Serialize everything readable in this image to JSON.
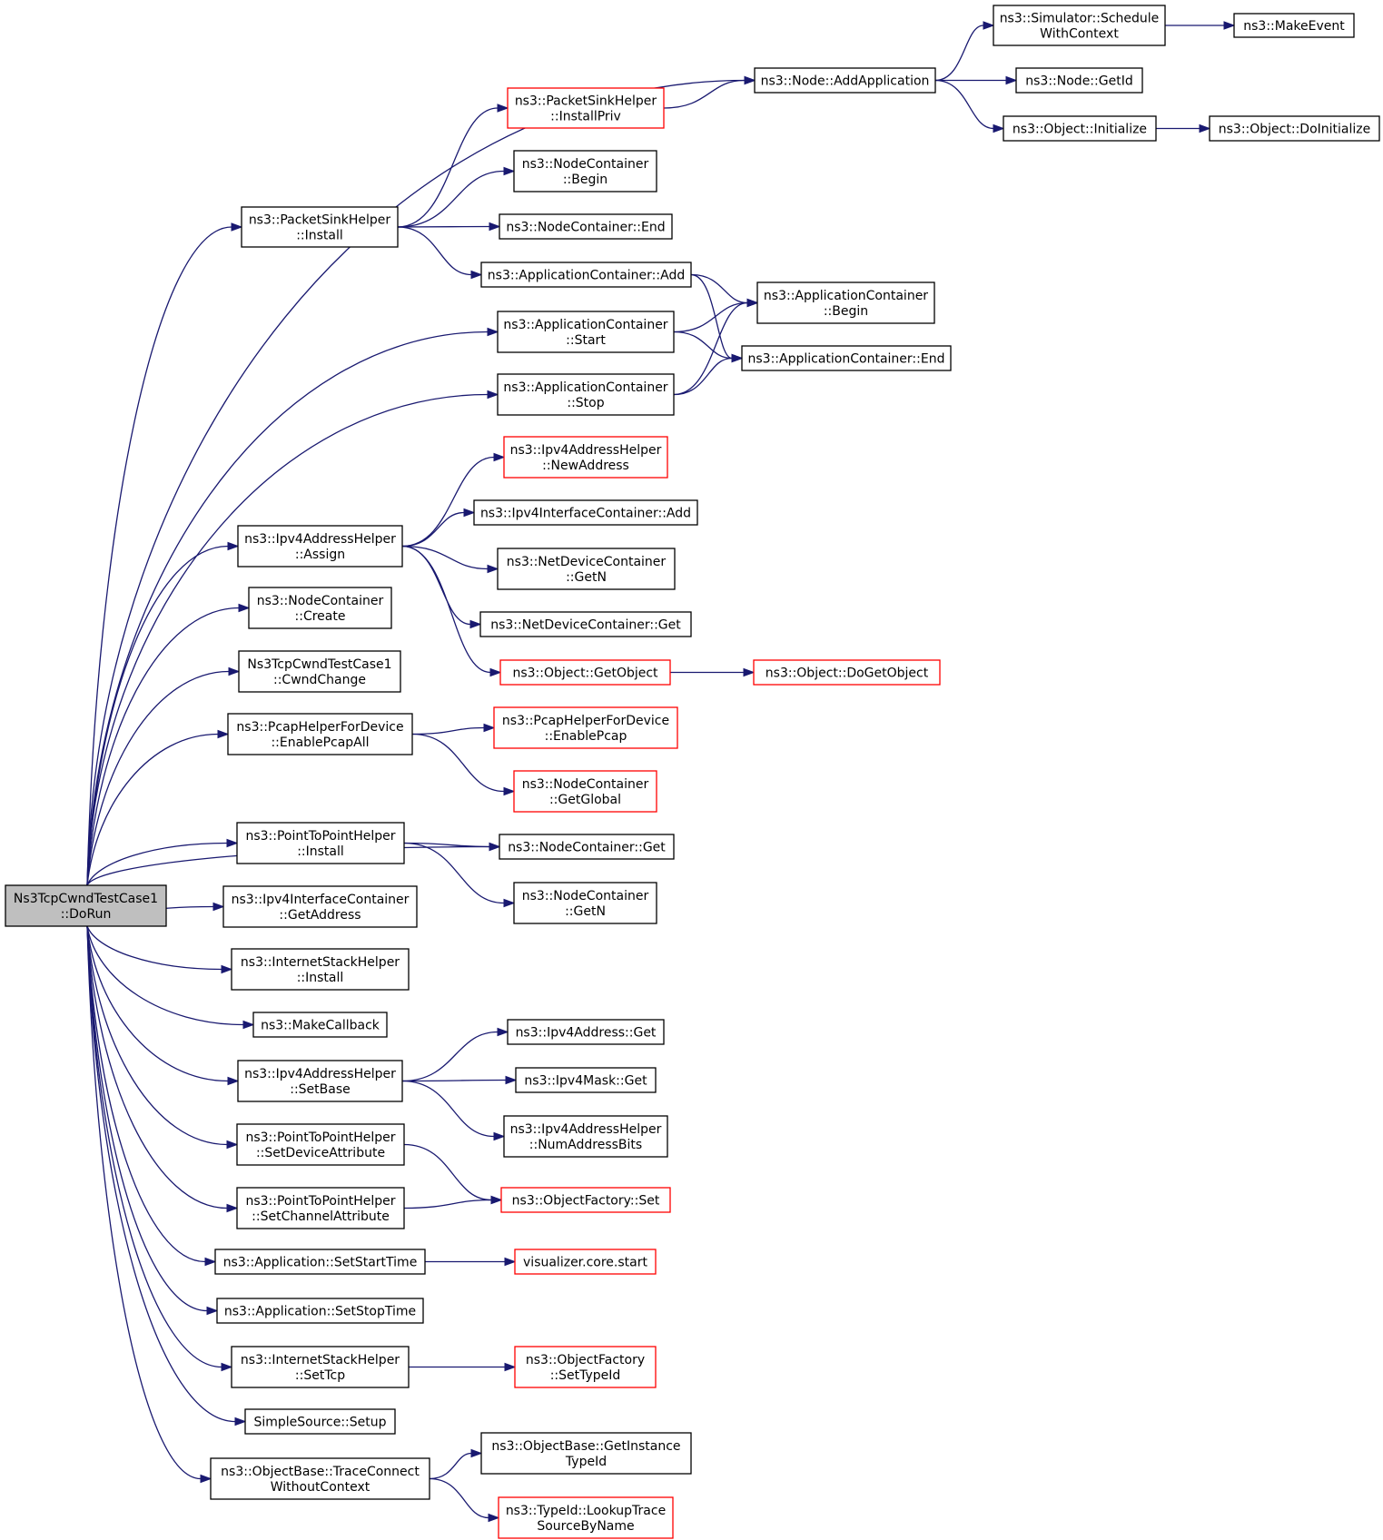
{
  "nodes": {
    "dorun": {
      "lines": [
        "Ns3TcpCwndTestCase1",
        "::DoRun"
      ],
      "style": "root"
    },
    "sim_schedule": {
      "lines": [
        "ns3::Simulator::Schedule",
        "WithContext"
      ],
      "style": "normal"
    },
    "make_event": {
      "lines": [
        "ns3::MakeEvent"
      ],
      "style": "normal"
    },
    "node_addapp": {
      "lines": [
        "ns3::Node::AddApplication"
      ],
      "style": "normal"
    },
    "node_getid": {
      "lines": [
        "ns3::Node::GetId"
      ],
      "style": "normal"
    },
    "obj_init": {
      "lines": [
        "ns3::Object::Initialize"
      ],
      "style": "normal"
    },
    "obj_doinit": {
      "lines": [
        "ns3::Object::DoInitialize"
      ],
      "style": "normal"
    },
    "psh_installpriv": {
      "lines": [
        "ns3::PacketSinkHelper",
        "::InstallPriv"
      ],
      "style": "red"
    },
    "nc_begin": {
      "lines": [
        "ns3::NodeContainer",
        "::Begin"
      ],
      "style": "normal"
    },
    "psh_install": {
      "lines": [
        "ns3::PacketSinkHelper",
        "::Install"
      ],
      "style": "normal"
    },
    "nc_end": {
      "lines": [
        "ns3::NodeContainer::End"
      ],
      "style": "normal"
    },
    "ac_add": {
      "lines": [
        "ns3::ApplicationContainer::Add"
      ],
      "style": "normal"
    },
    "ac_begin": {
      "lines": [
        "ns3::ApplicationContainer",
        "::Begin"
      ],
      "style": "normal"
    },
    "ac_start": {
      "lines": [
        "ns3::ApplicationContainer",
        "::Start"
      ],
      "style": "normal"
    },
    "ac_end": {
      "lines": [
        "ns3::ApplicationContainer::End"
      ],
      "style": "normal"
    },
    "ac_stop": {
      "lines": [
        "ns3::ApplicationContainer",
        "::Stop"
      ],
      "style": "normal"
    },
    "iah_newaddr": {
      "lines": [
        "ns3::Ipv4AddressHelper",
        "::NewAddress"
      ],
      "style": "red"
    },
    "iic_add": {
      "lines": [
        "ns3::Ipv4InterfaceContainer::Add"
      ],
      "style": "normal"
    },
    "iah_assign": {
      "lines": [
        "ns3::Ipv4AddressHelper",
        "::Assign"
      ],
      "style": "normal"
    },
    "ndc_getn": {
      "lines": [
        "ns3::NetDeviceContainer",
        "::GetN"
      ],
      "style": "normal"
    },
    "nc_create": {
      "lines": [
        "ns3::NodeContainer",
        "::Create"
      ],
      "style": "normal"
    },
    "ndc_get": {
      "lines": [
        "ns3::NetDeviceContainer::Get"
      ],
      "style": "normal"
    },
    "cwndchange": {
      "lines": [
        "Ns3TcpCwndTestCase1",
        "::CwndChange"
      ],
      "style": "normal"
    },
    "obj_getobject": {
      "lines": [
        "ns3::Object::GetObject"
      ],
      "style": "red"
    },
    "obj_dogetobject": {
      "lines": [
        "ns3::Object::DoGetObject"
      ],
      "style": "red"
    },
    "phfd_enableall": {
      "lines": [
        "ns3::PcapHelperForDevice",
        "::EnablePcapAll"
      ],
      "style": "normal"
    },
    "phfd_enable": {
      "lines": [
        "ns3::PcapHelperForDevice",
        "::EnablePcap"
      ],
      "style": "red"
    },
    "nc_getglobal": {
      "lines": [
        "ns3::NodeContainer",
        "::GetGlobal"
      ],
      "style": "red"
    },
    "p2p_install": {
      "lines": [
        "ns3::PointToPointHelper",
        "::Install"
      ],
      "style": "normal"
    },
    "nc_get": {
      "lines": [
        "ns3::NodeContainer::Get"
      ],
      "style": "normal"
    },
    "iic_getaddr": {
      "lines": [
        "ns3::Ipv4InterfaceContainer",
        "::GetAddress"
      ],
      "style": "normal"
    },
    "nc_getn": {
      "lines": [
        "ns3::NodeContainer",
        "::GetN"
      ],
      "style": "normal"
    },
    "ish_install": {
      "lines": [
        "ns3::InternetStackHelper",
        "::Install"
      ],
      "style": "normal"
    },
    "make_callback": {
      "lines": [
        "ns3::MakeCallback"
      ],
      "style": "normal"
    },
    "ipv4addr_get": {
      "lines": [
        "ns3::Ipv4Address::Get"
      ],
      "style": "normal"
    },
    "iah_setbase": {
      "lines": [
        "ns3::Ipv4AddressHelper",
        "::SetBase"
      ],
      "style": "normal"
    },
    "ipv4mask_get": {
      "lines": [
        "ns3::Ipv4Mask::Get"
      ],
      "style": "normal"
    },
    "iah_numaddrbits": {
      "lines": [
        "ns3::Ipv4AddressHelper",
        "::NumAddressBits"
      ],
      "style": "normal"
    },
    "p2p_setdevattr": {
      "lines": [
        "ns3::PointToPointHelper",
        "::SetDeviceAttribute"
      ],
      "style": "normal"
    },
    "p2p_setchanattr": {
      "lines": [
        "ns3::PointToPointHelper",
        "::SetChannelAttribute"
      ],
      "style": "normal"
    },
    "of_set": {
      "lines": [
        "ns3::ObjectFactory::Set"
      ],
      "style": "red"
    },
    "app_setstart": {
      "lines": [
        "ns3::Application::SetStartTime"
      ],
      "style": "normal"
    },
    "viz_start": {
      "lines": [
        "visualizer.core.start"
      ],
      "style": "red"
    },
    "app_setstop": {
      "lines": [
        "ns3::Application::SetStopTime"
      ],
      "style": "normal"
    },
    "ish_settcp": {
      "lines": [
        "ns3::InternetStackHelper",
        "::SetTcp"
      ],
      "style": "normal"
    },
    "of_settypeid": {
      "lines": [
        "ns3::ObjectFactory",
        "::SetTypeId"
      ],
      "style": "red"
    },
    "simple_setup": {
      "lines": [
        "SimpleSource::Setup"
      ],
      "style": "normal"
    },
    "ob_getinsttid": {
      "lines": [
        "ns3::ObjectBase::GetInstance",
        "TypeId"
      ],
      "style": "normal"
    },
    "ob_tracecon": {
      "lines": [
        "ns3::ObjectBase::TraceConnect",
        "WithoutContext"
      ],
      "style": "normal"
    },
    "tid_lookup": {
      "lines": [
        "ns3::TypeId::LookupTrace",
        "SourceByName"
      ],
      "style": "red"
    }
  },
  "edges": [
    [
      "dorun",
      "node_addapp"
    ],
    [
      "dorun",
      "psh_install"
    ],
    [
      "dorun",
      "ac_start"
    ],
    [
      "dorun",
      "ac_stop"
    ],
    [
      "dorun",
      "iah_assign"
    ],
    [
      "dorun",
      "nc_create"
    ],
    [
      "dorun",
      "cwndchange"
    ],
    [
      "dorun",
      "phfd_enableall"
    ],
    [
      "dorun",
      "nc_get"
    ],
    [
      "dorun",
      "p2p_install"
    ],
    [
      "dorun",
      "iic_getaddr"
    ],
    [
      "dorun",
      "ish_install"
    ],
    [
      "dorun",
      "make_callback"
    ],
    [
      "dorun",
      "iah_setbase"
    ],
    [
      "dorun",
      "p2p_setdevattr"
    ],
    [
      "dorun",
      "p2p_setchanattr"
    ],
    [
      "dorun",
      "app_setstart"
    ],
    [
      "dorun",
      "app_setstop"
    ],
    [
      "dorun",
      "ish_settcp"
    ],
    [
      "dorun",
      "simple_setup"
    ],
    [
      "dorun",
      "ob_tracecon"
    ],
    [
      "node_addapp",
      "sim_schedule"
    ],
    [
      "node_addapp",
      "node_getid"
    ],
    [
      "node_addapp",
      "obj_init"
    ],
    [
      "sim_schedule",
      "make_event"
    ],
    [
      "obj_init",
      "obj_doinit"
    ],
    [
      "psh_installpriv",
      "node_addapp"
    ],
    [
      "psh_install",
      "psh_installpriv"
    ],
    [
      "psh_install",
      "nc_begin"
    ],
    [
      "psh_install",
      "nc_end"
    ],
    [
      "psh_install",
      "ac_add"
    ],
    [
      "ac_add",
      "ac_begin"
    ],
    [
      "ac_add",
      "ac_end"
    ],
    [
      "ac_start",
      "ac_begin"
    ],
    [
      "ac_start",
      "ac_end"
    ],
    [
      "ac_stop",
      "ac_begin"
    ],
    [
      "ac_stop",
      "ac_end"
    ],
    [
      "iah_assign",
      "iah_newaddr"
    ],
    [
      "iah_assign",
      "iic_add"
    ],
    [
      "iah_assign",
      "ndc_getn"
    ],
    [
      "iah_assign",
      "ndc_get"
    ],
    [
      "iah_assign",
      "obj_getobject"
    ],
    [
      "obj_getobject",
      "obj_dogetobject"
    ],
    [
      "phfd_enableall",
      "phfd_enable"
    ],
    [
      "phfd_enableall",
      "nc_getglobal"
    ],
    [
      "p2p_install",
      "nc_get"
    ],
    [
      "p2p_install",
      "nc_getn"
    ],
    [
      "iah_setbase",
      "ipv4addr_get"
    ],
    [
      "iah_setbase",
      "ipv4mask_get"
    ],
    [
      "iah_setbase",
      "iah_numaddrbits"
    ],
    [
      "p2p_setdevattr",
      "of_set"
    ],
    [
      "p2p_setchanattr",
      "of_set"
    ],
    [
      "app_setstart",
      "viz_start"
    ],
    [
      "ish_settcp",
      "of_settypeid"
    ],
    [
      "ob_tracecon",
      "ob_getinsttid"
    ],
    [
      "ob_tracecon",
      "tid_lookup"
    ]
  ],
  "colors": {
    "edge": "#191970",
    "border_default": "#000000",
    "border_red": "#ff0000",
    "root_fill": "#bfbfbf",
    "fill": "#ffffff"
  }
}
